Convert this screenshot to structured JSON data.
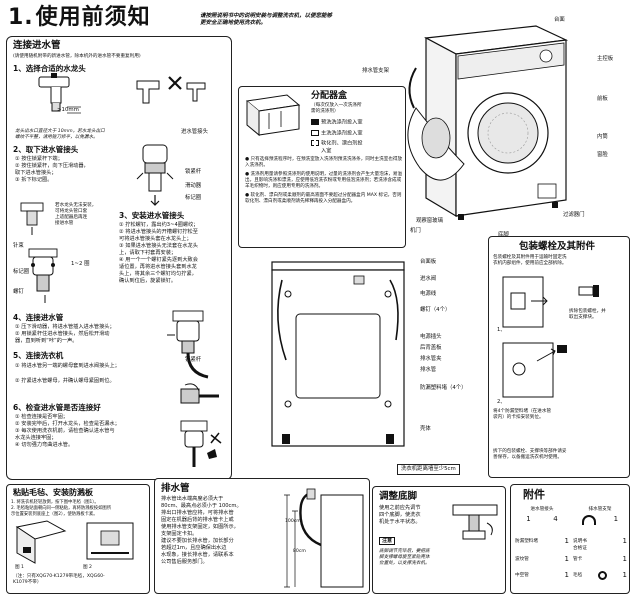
{
  "header": {
    "number": "1.",
    "title": "使用前须知",
    "intro_lines": [
      "请按照说明书中的说明安装与调整洗衣机，以便您能够",
      "更安全正确地使用洗衣机。"
    ]
  },
  "connect_inlet": {
    "title": "连接进水管",
    "subtitle": "(请使用随机附带的新进水管，除本机外的进水管不要重复利用)",
    "step1": "1、选择合适的水龙头",
    "step1_dim": ">10mm",
    "step1_note": [
      "龙头出水口直径大于 10mm，若水龙头出口",
      "螺纹不平整，请用锉刀修平，以免漏水。"
    ],
    "inlet_pipe_label": "进水管接头",
    "step2": "2、取下进水管接头",
    "step2_items": [
      "① 按住锁紧杆下端；",
      "② 按住锁紧杆，向下压滑动器，",
      "   取下进水管接头；",
      "③ 拆下标记圈。"
    ],
    "labels_mid": [
      "锁紧杆",
      "滑动器",
      "标记圈"
    ],
    "small_text_1": [
      "小",
      "若水龙头无法安装，",
      "可将龙头管口套",
      "上适配器后再连",
      "接进水管"
    ],
    "fig_labels_left": [
      "针束",
      "标记圈",
      "螺钉"
    ],
    "gap_label": "1~2 圈",
    "step3": "3、安装进水管接头",
    "step3_items": [
      "① 拧松螺钉，露出约3~4圈螺纹；",
      "② 将进水管接头的开槽螺钉拧松至",
      "   可将进水管接头套在水龙头上；",
      "③ 如果进水管接头无法套在水龙头",
      "   上，请取下衬套再安装；",
      "④ 用一个一个螺钉紧先逐到大致会",
      "   适位置，再将进水管接头套到水龙",
      "   头上，将其余三个螺钉均匀拧紧，",
      "   确认到位后，旋紧锁钉。"
    ],
    "step4": "4、连接进水管",
    "step4_items": [
      "① 压下滑动器，将进水管插入进水管接头；",
      "② 用锁紧杆住进水管接头，然后松开滑动",
      "   器，直到听到“咔”的一声。"
    ],
    "lock_label": "锁紧杆",
    "step5": "5、连接洗衣机",
    "step5_items": [
      "① 将进水管另一端的螺母套到进水阀接头上；",
      "② 拧紧进水管螺母，并确认螺母紧固到位。"
    ],
    "step6": "6、检查进水管是否连接好",
    "step6_items": [
      "① 检查连接是否牢固；",
      "② 安装完毕后，打开水龙头，检查是否漏水；",
      "③ 每次使用洗衣机前，请检查确认进水管与",
      "   水龙头连接牢固；",
      "④ 切勿强力弯曲进水管。"
    ]
  },
  "dispenser": {
    "title": "分配器盒",
    "subtitle": [
      "（每次仅放入一次洗涤所",
      "需的洗涤剂）"
    ],
    "items": [
      "预洗洗涤剂投入室",
      "主洗洗涤剂投入室",
      "软化剂、漂白剂投",
      "入室"
    ],
    "icons": [
      "pre",
      "main",
      "soft"
    ],
    "notes": [
      "只有选择预洗程序时，在预洗室放入洗涤剂预洗洗涤条，同时主洗室也得放入洗涤剂。",
      "洗涤剂用量请参照洗涤剂的使用说明，过量的洗涤剂会产生大量泡沫，易溢出，且影响洗涤和漂洗，应使用低泡洗衣粉或专用低泡洗涤剂；若洗涤含成或羊毛织物时，则应使用专用的洗涤剂。",
      "软化剂、漂白剂或柔顺剂的最高液面不要超过分配器盒内 MAX 标记，否则软化剂、漂白剂或柔顺剂请先稀释再投入分配器盒内。"
    ]
  },
  "machine_front": {
    "labels": [
      "台面",
      "主控板",
      "排水管支架",
      "前板",
      "内筒",
      "窗脸",
      "观察窗玻璃",
      "机门",
      "底脚",
      "过滤器门"
    ]
  },
  "machine_back": {
    "labels": [
      "台面板",
      "进水阀",
      "电源线",
      "螺钉（4个）",
      "电源插头",
      "后背盖板",
      "排水管夹",
      "排水管",
      "防漏塑料堵（4个）",
      "壳体"
    ],
    "distance_note": "洗衣机距离墙至少5cm"
  },
  "shipping_bolts": {
    "title": "包装螺栓及其附件",
    "intro": [
      "包装螺栓及其附件用于运输时固定洗",
      "衣机内部组件，使用前应全部拆除。"
    ],
    "fig1": "1、",
    "fig1_text": [
      "拆除包装螺栓，并",
      "取出支撑块。"
    ],
    "fig2": "2、",
    "fig2_text": [
      "将4个防漏塑料堵（在进水管",
      "袋内）的卡扣安装到位。"
    ],
    "warning": [
      "拆下的包装螺栓、支撑块等部件请妥",
      "善保存，以备搬运洗衣机时使用。"
    ]
  },
  "sticker": {
    "title": "粘贴毛毡、安装防溅板",
    "items": [
      "1. 将洗衣机轻轻放倒，按下图中毛毡（图1）。",
      "2. 毛毡粘贴面朝向同一侧粘贴，再将防溅板按如图所",
      "   示位置安装到底座上（图2），使防溅板卡紧。"
    ],
    "fig1": "图 1",
    "fig2": "图 2",
    "footnote": [
      "（注：只有XQG70-K1279带毛毡，XQG60-",
      "K1079不带）"
    ]
  },
  "drain": {
    "title": "排水管",
    "body": [
      "排水管出水端高度必须大于",
      "80cm、最高点必须小于 100cm。",
      "排出口排水管应将，可将排水管",
      "固定在机器后背的排水管卡上或",
      "使用排水管支架固定，如图所示，",
      "支架固定卡扣。",
      "建议不要加长排水管，加长部分",
      "若超过1m，且应确保出水边",
      "水现象，接长排水管，请联系本",
      "公司售后服务部门。"
    ],
    "dims": [
      "100cm",
      "80cm"
    ]
  },
  "feet": {
    "title": "调整底脚",
    "body": [
      "使用之前应先调节",
      "四个底脚，使洗衣",
      "机处于水平状态。"
    ],
    "note_tag": "注意",
    "note_body": [
      "底脚调节完毕后，要把底",
      "脚支撑螺母旋至紧贴壳体",
      "位置处，以支撑洗衣机。"
    ]
  },
  "accessories": {
    "title": "附件",
    "items": [
      {
        "name": "进水管接头",
        "qty": "4",
        "count_label": "1"
      },
      {
        "name": "排水管支架",
        "qty": "1"
      },
      {
        "name": "防漏塑料堵",
        "qty": "1"
      },
      {
        "name": "说明书",
        "qty": "1",
        "extra": "合格证"
      },
      {
        "name": "波纹管",
        "qty": "1"
      },
      {
        "name": "管卡",
        "qty": "1"
      },
      {
        "name": "中空管",
        "qty": "1"
      },
      {
        "name": "毛毡",
        "qty": "1"
      }
    ]
  }
}
